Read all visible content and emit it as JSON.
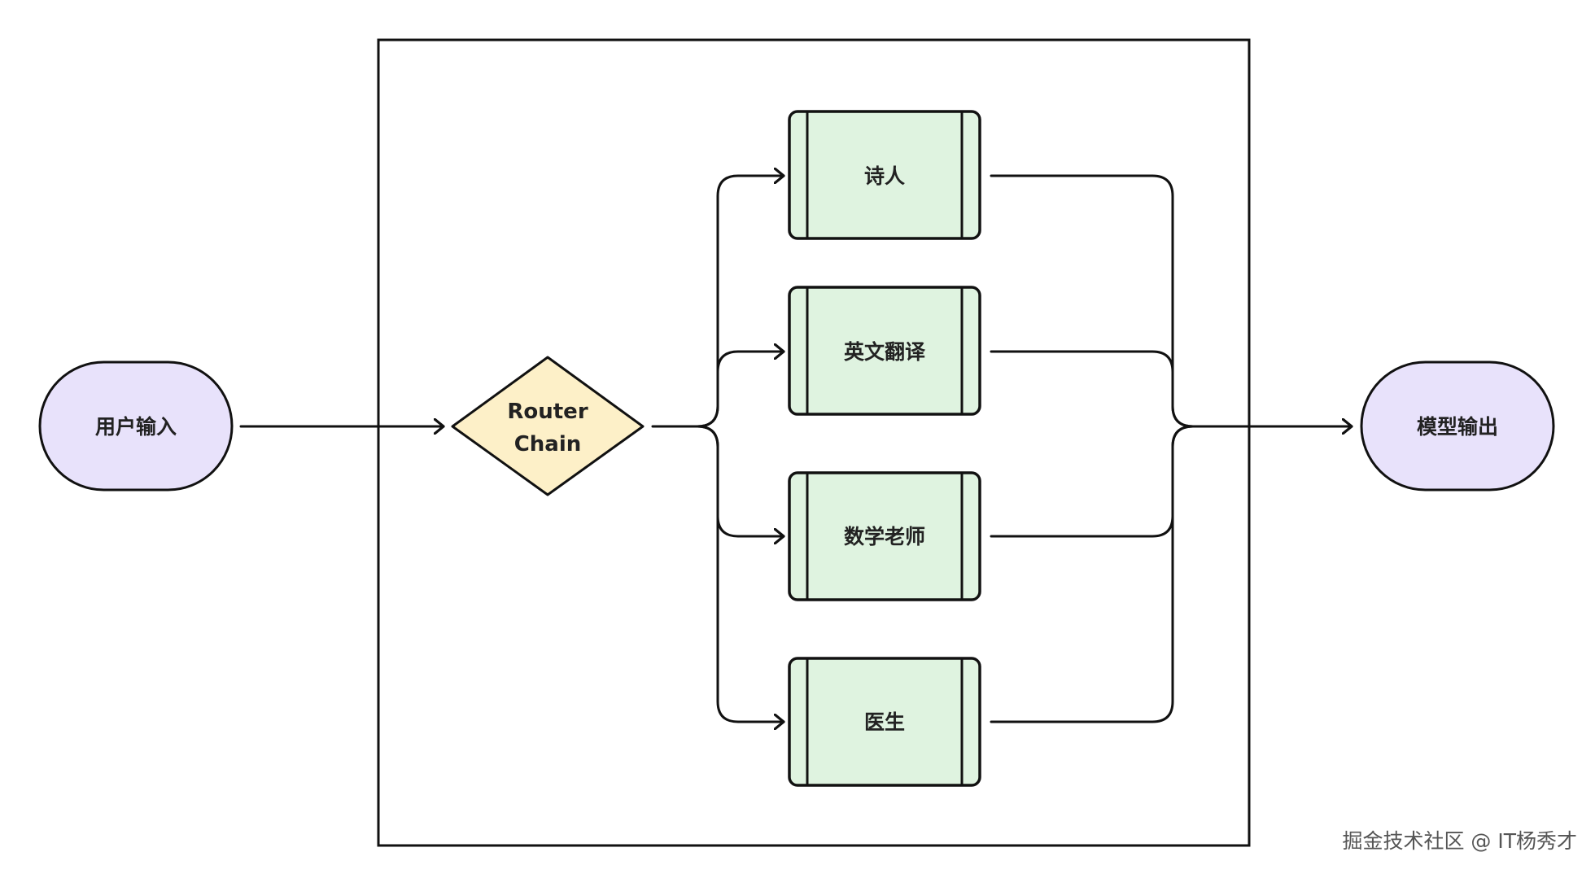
{
  "diagram": {
    "input": {
      "label": "用户输入"
    },
    "router": {
      "line1": "Router",
      "line2": "Chain"
    },
    "experts": [
      {
        "label": "诗人"
      },
      {
        "label": "英文翻译"
      },
      {
        "label": "数学老师"
      },
      {
        "label": "医生"
      }
    ],
    "output": {
      "label": "模型输出"
    }
  },
  "watermark": "掘金技术社区 @ IT杨秀才",
  "colors": {
    "terminal_fill": "#e8e2fb",
    "router_fill": "#fdf0c8",
    "process_fill": "#dff3e0",
    "stroke": "#111111"
  }
}
